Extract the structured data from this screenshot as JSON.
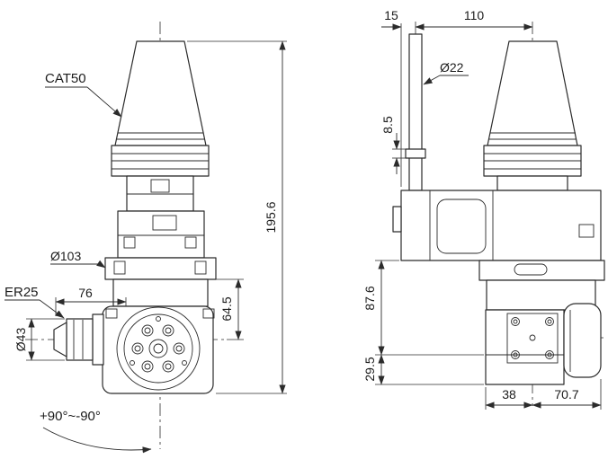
{
  "colors": {
    "ink": "#2b2b2b",
    "background": "#ffffff"
  },
  "drawing": {
    "front_view": {
      "callout_taper": "CAT50",
      "callout_collet": "ER25",
      "dim_flange_diameter": "Ø103",
      "dim_head_width": "76",
      "dim_overall_height": "195.6",
      "dim_output_center_height": "64.5",
      "dim_collet_diameter": "Ø43",
      "dim_swivel_range": "+90°~-90°"
    },
    "side_view": {
      "dim_rod_offset": "15",
      "dim_center_distance": "110",
      "dim_rod_diameter": "Ø22",
      "dim_collar_thickness": "8.5",
      "dim_body_height": "87.6",
      "dim_base_height": "29.5",
      "dim_foot_width": "38",
      "dim_side_width": "70.7"
    }
  }
}
